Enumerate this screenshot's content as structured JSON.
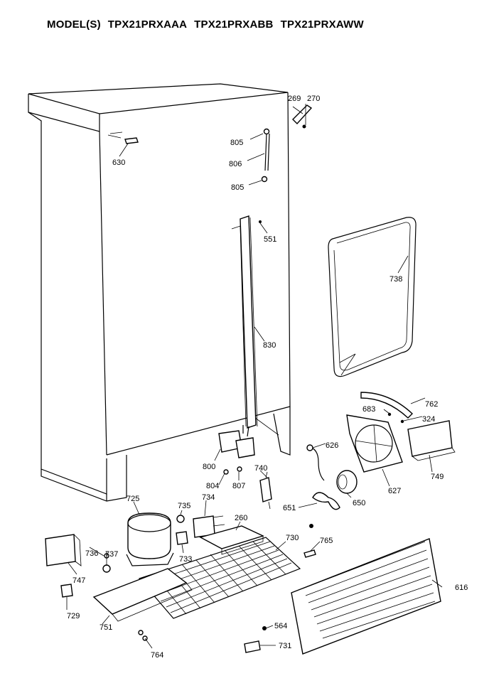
{
  "header": {
    "prefix": "MODEL(S)",
    "models": [
      "TPX21PRXAAA",
      "TPX21PRXABB",
      "TPX21PRXAWW"
    ]
  },
  "parts": [
    {
      "num": "269"
    },
    {
      "num": "270"
    },
    {
      "num": "805"
    },
    {
      "num": "806"
    },
    {
      "num": "805"
    },
    {
      "num": "630"
    },
    {
      "num": "551"
    },
    {
      "num": "738"
    },
    {
      "num": "830"
    },
    {
      "num": "762"
    },
    {
      "num": "683"
    },
    {
      "num": "324"
    },
    {
      "num": "626"
    },
    {
      "num": "800"
    },
    {
      "num": "740"
    },
    {
      "num": "804"
    },
    {
      "num": "807"
    },
    {
      "num": "627"
    },
    {
      "num": "749"
    },
    {
      "num": "725"
    },
    {
      "num": "735"
    },
    {
      "num": "734"
    },
    {
      "num": "651"
    },
    {
      "num": "650"
    },
    {
      "num": "260"
    },
    {
      "num": "730"
    },
    {
      "num": "736"
    },
    {
      "num": "737"
    },
    {
      "num": "733"
    },
    {
      "num": "765"
    },
    {
      "num": "747"
    },
    {
      "num": "616"
    },
    {
      "num": "729"
    },
    {
      "num": "751"
    },
    {
      "num": "564"
    },
    {
      "num": "731"
    },
    {
      "num": "764"
    }
  ]
}
